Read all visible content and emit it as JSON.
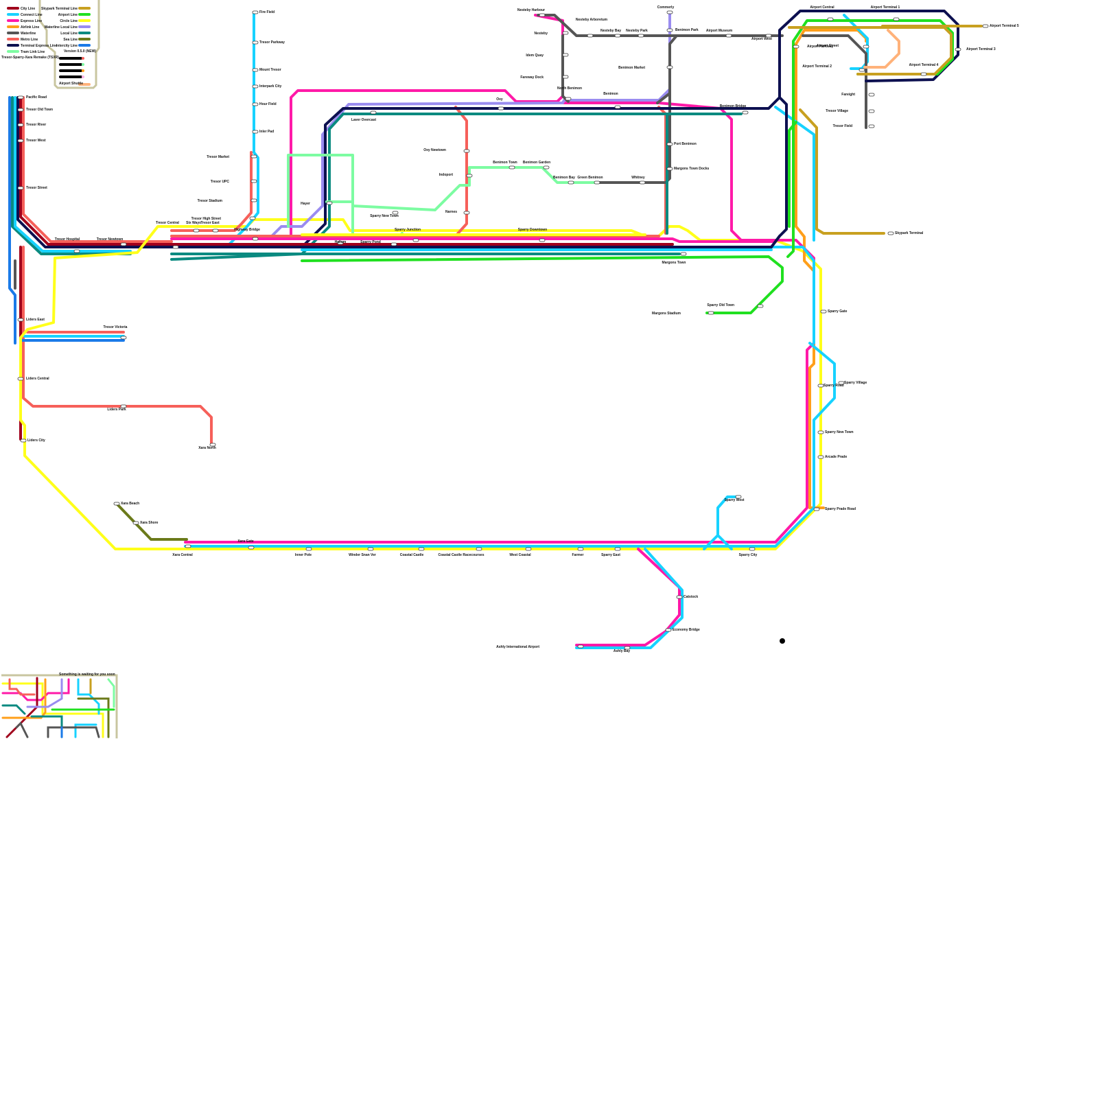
{
  "legend": {
    "lines": [
      {
        "name": "City Line",
        "color": "#a0001c"
      },
      {
        "name": "Connect Line",
        "color": "#17d2ff"
      },
      {
        "name": "Express Line",
        "color": "#ff1aa8"
      },
      {
        "name": "Airlink Line",
        "color": "#ff9f1a"
      },
      {
        "name": "Waterline",
        "color": "#555555"
      },
      {
        "name": "Metro Line",
        "color": "#f6605a"
      },
      {
        "name": "Terminal Express Line",
        "color": "#0d1050"
      },
      {
        "name": "Tram Link Line",
        "color": "#7dfca2"
      },
      {
        "name": "Skypark Terminal Line",
        "color": "#c8a020"
      },
      {
        "name": "Airport Line",
        "color": "#20e020"
      },
      {
        "name": "Circle Line",
        "color": "#ffff1a"
      },
      {
        "name": "Waterline Local Line",
        "color": "#9a8cf0"
      },
      {
        "name": "Local Line",
        "color": "#0a8a80"
      },
      {
        "name": "Sea Line",
        "color": "#6b7a1a"
      },
      {
        "name": "Intercity Line",
        "color": "#1a7ae8"
      },
      {
        "name": "Airport Shuttle",
        "color": "#ffb27a"
      }
    ],
    "version": "Version 0.5.0 (NEW)",
    "region": "Tresor-Sparry-Xara Remake (TSXR)"
  },
  "stations": [
    {
      "name": "Pacific Road"
    },
    {
      "name": "Tresor Old Town"
    },
    {
      "name": "Tresor River"
    },
    {
      "name": "Tresor West"
    },
    {
      "name": "Tresor Street"
    },
    {
      "name": "Tresor Hospital"
    },
    {
      "name": "Tresor Newtown"
    },
    {
      "name": "Tresor Central"
    },
    {
      "name": "Six Ways"
    },
    {
      "name": "Tresor East"
    },
    {
      "name": "Highway Bridge"
    },
    {
      "name": "Tresor High Street"
    },
    {
      "name": "Tresor Stadium"
    },
    {
      "name": "Tresor UPC"
    },
    {
      "name": "Tresor Market"
    },
    {
      "name": "Inler Pad"
    },
    {
      "name": "Hour Field"
    },
    {
      "name": "Interpark City"
    },
    {
      "name": "Mount Tresor"
    },
    {
      "name": "Tresor Parkway"
    },
    {
      "name": "Fire Field"
    },
    {
      "name": "Liders East"
    },
    {
      "name": "Tresor Victoria"
    },
    {
      "name": "Liders Central"
    },
    {
      "name": "Liders Park"
    },
    {
      "name": "Xara North"
    },
    {
      "name": "Liders City"
    },
    {
      "name": "Xara Beach"
    },
    {
      "name": "Xara Shore"
    },
    {
      "name": "Xara Central"
    },
    {
      "name": "Xara Gate"
    },
    {
      "name": "Inner Pole"
    },
    {
      "name": "Winder Snan Ver"
    },
    {
      "name": "Coastal Castle"
    },
    {
      "name": "Coastal Castle Racecourses"
    },
    {
      "name": "West Coastal"
    },
    {
      "name": "Farmer"
    },
    {
      "name": "Sparry East"
    },
    {
      "name": "Sparry City"
    },
    {
      "name": "Sparry West"
    },
    {
      "name": "Catstock"
    },
    {
      "name": "Economy Bridge"
    },
    {
      "name": "Ashly Bay"
    },
    {
      "name": "Ashly International Airport"
    },
    {
      "name": "Hayer"
    },
    {
      "name": "Hallum"
    },
    {
      "name": "Sparry Pond"
    },
    {
      "name": "Sparry New Town"
    },
    {
      "name": "Sparry Junction"
    },
    {
      "name": "Sparry Downtown"
    },
    {
      "name": "Oxy"
    },
    {
      "name": "Oxy Newtown"
    },
    {
      "name": "Indoport"
    },
    {
      "name": "Narnes"
    },
    {
      "name": "Laver Overcast"
    },
    {
      "name": "Benimon Town"
    },
    {
      "name": "Benimon Garden"
    },
    {
      "name": "Benimon Bay"
    },
    {
      "name": "Green Benimon"
    },
    {
      "name": "Whitney"
    },
    {
      "name": "Port Benimon"
    },
    {
      "name": "Margons Town Docks"
    },
    {
      "name": "Margons Town"
    },
    {
      "name": "Margons Stadium"
    },
    {
      "name": "Sparry Old Town"
    },
    {
      "name": "Benimon"
    },
    {
      "name": "Benimon Bridge"
    },
    {
      "name": "Benimon Market"
    },
    {
      "name": "Benimon Park"
    },
    {
      "name": "Commerly"
    },
    {
      "name": "Nesteby Harbour"
    },
    {
      "name": "Nesteby"
    },
    {
      "name": "Idem Quay"
    },
    {
      "name": "Fareway Dock"
    },
    {
      "name": "North Benimon"
    },
    {
      "name": "Nesteby Arboretum"
    },
    {
      "name": "Nesteby Bay"
    },
    {
      "name": "Nesteby Park"
    },
    {
      "name": "Airport Museum"
    },
    {
      "name": "Airport West"
    },
    {
      "name": "Airport Central"
    },
    {
      "name": "Airport Terminal 1"
    },
    {
      "name": "Airport Terminal 5"
    },
    {
      "name": "Airport Terminal 3"
    },
    {
      "name": "Airport Terminal 4"
    },
    {
      "name": "Airport Terminal 2"
    },
    {
      "name": "Airport Parkway"
    },
    {
      "name": "Airport Street"
    },
    {
      "name": "Fareight"
    },
    {
      "name": "Tresor Village"
    },
    {
      "name": "Tresor Field"
    },
    {
      "name": "Skypark Terminal"
    },
    {
      "name": "Sparry Gate"
    },
    {
      "name": "Sparry Village"
    },
    {
      "name": "Sparry Road"
    },
    {
      "name": "Sparry New Town"
    },
    {
      "name": "Arcade Prade"
    },
    {
      "name": "Sparry Prade Road"
    }
  ],
  "minimap": {
    "caption": "Something is waiting for you soon"
  }
}
